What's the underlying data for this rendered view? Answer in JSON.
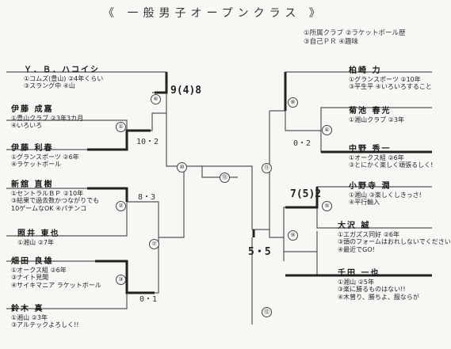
{
  "title": "《 一般男子オープンクラス 》",
  "legend": [
    "①所属クラブ ②ラケットボール歴",
    "③自己ＰＲ ④趣味"
  ],
  "left_players": [
    {
      "name": "Ｙ．Ｂ．ハコイシ",
      "info": [
        "①コムズ(豊山) ②4年くらい",
        "③スラング中 ④山"
      ]
    },
    {
      "name": "伊藤  成嘉",
      "info": [
        "①豊山クラブ ②3年3カ月",
        "④いろいろ"
      ]
    },
    {
      "name": "伊藤  利春",
      "info": [
        "①グランスポーツ ②6年",
        "④ラケットボール"
      ]
    },
    {
      "name": "新舘  直樹",
      "info": [
        "①セントラルＢＰ ②10年",
        "③結果で過去数かつながりでも",
        "10ゲームなOK ④パチンコ"
      ]
    },
    {
      "name": "照井  東也",
      "info": [
        "①湘山 ②7年"
      ]
    },
    {
      "name": "畑田  良雄",
      "info": [
        "①オークス組 ②6年",
        "③ナイト見聞",
        "④サイキマニア ラケットボール"
      ]
    },
    {
      "name": "鈴木  真",
      "info": [
        "①湘山 ②3年",
        "③アルテックよろしく!!"
      ]
    }
  ],
  "right_players": [
    {
      "name": "柏崎  力",
      "info": [
        "①グランスポーツ ②10年",
        "③平生平 ④いろいろすること"
      ]
    },
    {
      "name": "菊池  春光",
      "info": [
        "①湘山クラブ ②3年"
      ]
    },
    {
      "name": "中野  秀一",
      "info": [
        "①オークス組 ②6年",
        "③とにかく楽しく頑張るしく!"
      ]
    },
    {
      "name": "小野寺  潤",
      "info": [
        "①湘山 ③楽しくしきっさ!",
        "④平行輸入"
      ]
    },
    {
      "name": "大沢  誠",
      "info": [
        "①エガズス同好 ②6年",
        "③頭のフォームはおれしないでください",
        "④最近でGO!"
      ]
    },
    {
      "name": "千田  一也",
      "info": [
        "①湘山 ②5年",
        "③楽に勝るものはない!!",
        "④木曾り、勝ちよ、服ならが"
      ]
    }
  ],
  "match_nodes": [
    "①",
    "②",
    "③",
    "④",
    "⑤",
    "⑥",
    "⑦",
    "⑧",
    "⑨",
    "⑩",
    "⑪",
    "⑫",
    "⑬"
  ],
  "scores": {
    "m1": "10・2",
    "m2": "8・3",
    "m3": "0・1",
    "m4": "0・2",
    "m5": "7(5)2",
    "m8": "9(4)8",
    "m9": "5・5"
  }
}
